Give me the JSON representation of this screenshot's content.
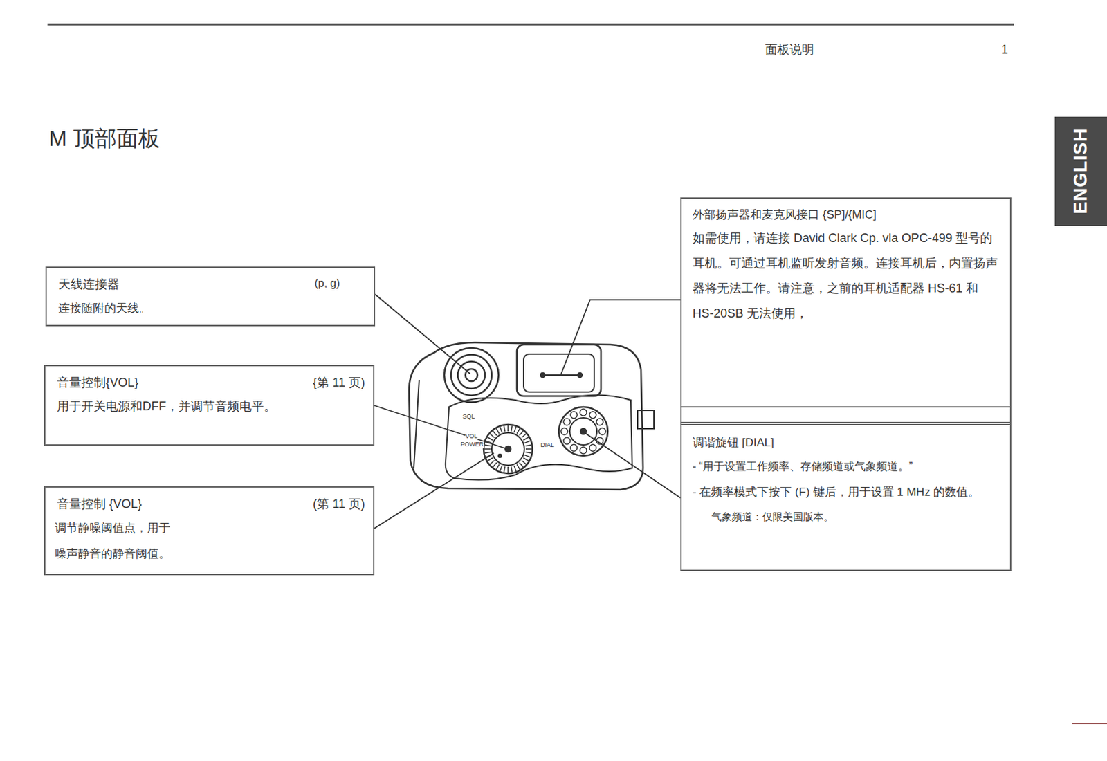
{
  "diagram": {
    "title": "M 顶部面板",
    "nodes": [
      {
        "text": [
          "天线连接器",
          "(p, g)",
          "连接随附的天线。"
        ]
      },
      {
        "text": [
          "音量控制{VOL}",
          "{第 11 页)",
          "用于开关电源和DFF，并调节音频电平。"
        ]
      },
      {
        "text": [
          "音量控制 {VOL}",
          "(第 11 页)",
          "调节静噪阈值点，用于 噪声静音的静音阈值。"
        ]
      },
      {
        "text": [
          "外部扬声器和麦克风接口 {SP]/{MIC]",
          "如需使用，请连接 David Clark Cp. vla OPC-499 型号的耳机。可通过耳机监听发射音频。连接耳机后，内置扬声器将无法工作。请注意，之前的耳机适配器 HS-61 和 HS-20SB 无法使用，"
        ]
      },
      {
        "text": [
          "调谐旋钮 [DIAL]",
          "- “用于设置工作频率、存储频道或气象频道。”",
          "- 在频率模式下按下 (F) 键后，用于设置 1 MHz 的数值。",
          "气象频道：仅限美国版本。"
        ]
      }
    ],
    "labels": [
      "面板说明",
      "1",
      "ENGLISH",
      "SQL",
      "VOL",
      "POWER",
      "DIAL"
    ]
  }
}
